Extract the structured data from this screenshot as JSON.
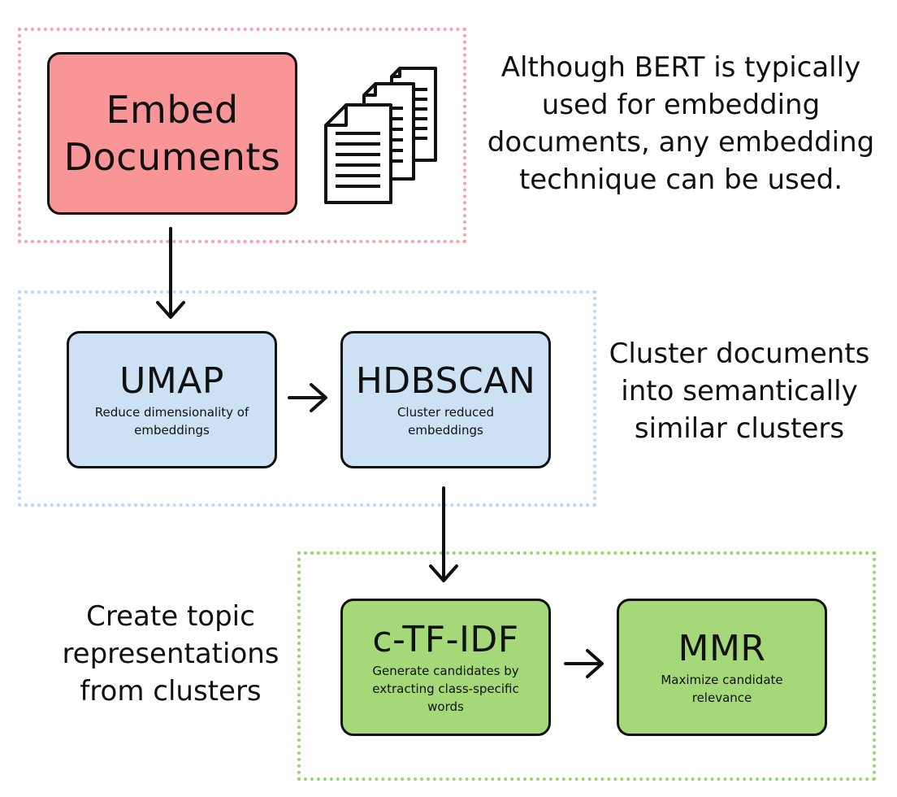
{
  "embed": {
    "title": "Embed Documents",
    "icon": "documents-icon"
  },
  "notes": {
    "top": "Although BERT is typically used for embedding documents, any embedding technique can be used.",
    "middle": "Cluster documents into semantically similar clusters",
    "bottom": "Create topic representations from clusters"
  },
  "umap": {
    "title": "UMAP",
    "subtitle": "Reduce dimensionality of embeddings"
  },
  "hdbscan": {
    "title": "HDBSCAN",
    "subtitle": "Cluster reduced embeddings"
  },
  "ctfidf": {
    "title": "c-TF-IDF",
    "subtitle": "Generate candidates by extracting class-specific words"
  },
  "mmr": {
    "title": "MMR",
    "subtitle": "Maximize candidate relevance"
  },
  "colors": {
    "embed_fill": "#f99497",
    "embed_frame": "#f4a3a8",
    "cluster_fill": "#cce1f4",
    "cluster_frame": "#b7d8f6",
    "topic_fill": "#a4d878",
    "topic_frame": "#9bd46f"
  }
}
